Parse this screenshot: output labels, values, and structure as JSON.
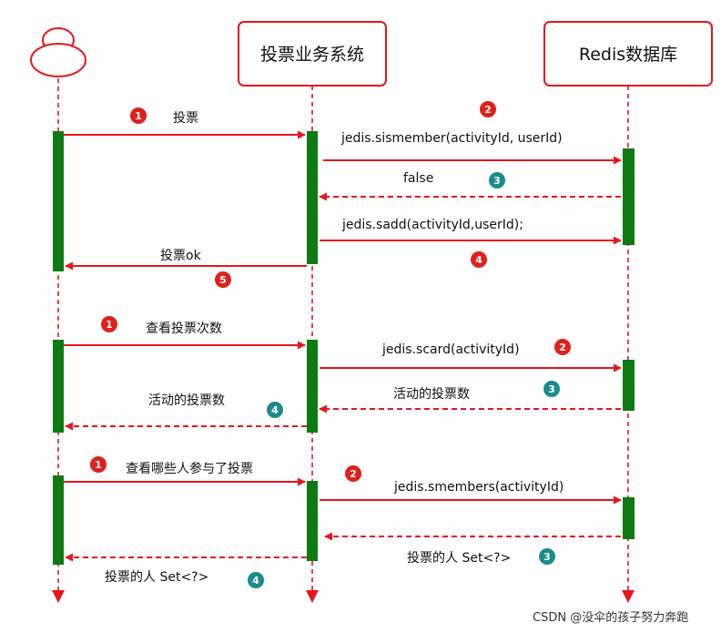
{
  "participants": [
    {
      "id": "user",
      "kind": "actor",
      "label": ""
    },
    {
      "id": "vote",
      "kind": "box",
      "label": "投票业务系统"
    },
    {
      "id": "redis",
      "kind": "box",
      "label": "Redis数据库"
    }
  ],
  "colors": {
    "line": "#e8161c",
    "activation": "#0e7a12",
    "badge_red": "#e0201c",
    "badge_teal": "#1a8c8c"
  },
  "sections": [
    {
      "name": "vote",
      "messages": [
        {
          "from": "user",
          "to": "vote",
          "label": "投票",
          "style": "solid",
          "badge": "1",
          "badge_color": "red"
        },
        {
          "from": "vote",
          "to": "redis",
          "label": "jedis.sismember(activityId, userId)",
          "style": "solid",
          "badge": "2",
          "badge_color": "red"
        },
        {
          "from": "redis",
          "to": "vote",
          "label": "false",
          "style": "dashed",
          "badge": "3",
          "badge_color": "teal"
        },
        {
          "from": "vote",
          "to": "redis",
          "label": "jedis.sadd(activityId,userId);",
          "style": "solid",
          "badge": "4",
          "badge_color": "red"
        },
        {
          "from": "vote",
          "to": "user",
          "label": "投票ok",
          "style": "solid",
          "badge": "5",
          "badge_color": "red"
        }
      ]
    },
    {
      "name": "count",
      "messages": [
        {
          "from": "user",
          "to": "vote",
          "label": "查看投票次数",
          "style": "solid",
          "badge": "1",
          "badge_color": "red"
        },
        {
          "from": "vote",
          "to": "redis",
          "label": "jedis.scard(activityId)",
          "style": "solid",
          "badge": "2",
          "badge_color": "red"
        },
        {
          "from": "redis",
          "to": "vote",
          "label": "活动的投票数",
          "style": "dashed",
          "badge": "3",
          "badge_color": "teal"
        },
        {
          "from": "vote",
          "to": "user",
          "label": "活动的投票数",
          "style": "dashed",
          "badge": "4",
          "badge_color": "teal"
        }
      ]
    },
    {
      "name": "members",
      "messages": [
        {
          "from": "user",
          "to": "vote",
          "label": "查看哪些人参与了投票",
          "style": "solid",
          "badge": "1",
          "badge_color": "red"
        },
        {
          "from": "vote",
          "to": "redis",
          "label": "jedis.smembers(activityId)",
          "style": "solid",
          "badge": "2",
          "badge_color": "red"
        },
        {
          "from": "redis",
          "to": "vote",
          "label": "投票的人 Set<?>",
          "style": "dashed",
          "badge": "3",
          "badge_color": "teal"
        },
        {
          "from": "vote",
          "to": "user",
          "label": "投票的人 Set<?>",
          "style": "dashed",
          "badge": "4",
          "badge_color": "teal"
        }
      ]
    }
  ],
  "watermark": {
    "text": "CSDN @没伞的孩子努力奔跑"
  }
}
